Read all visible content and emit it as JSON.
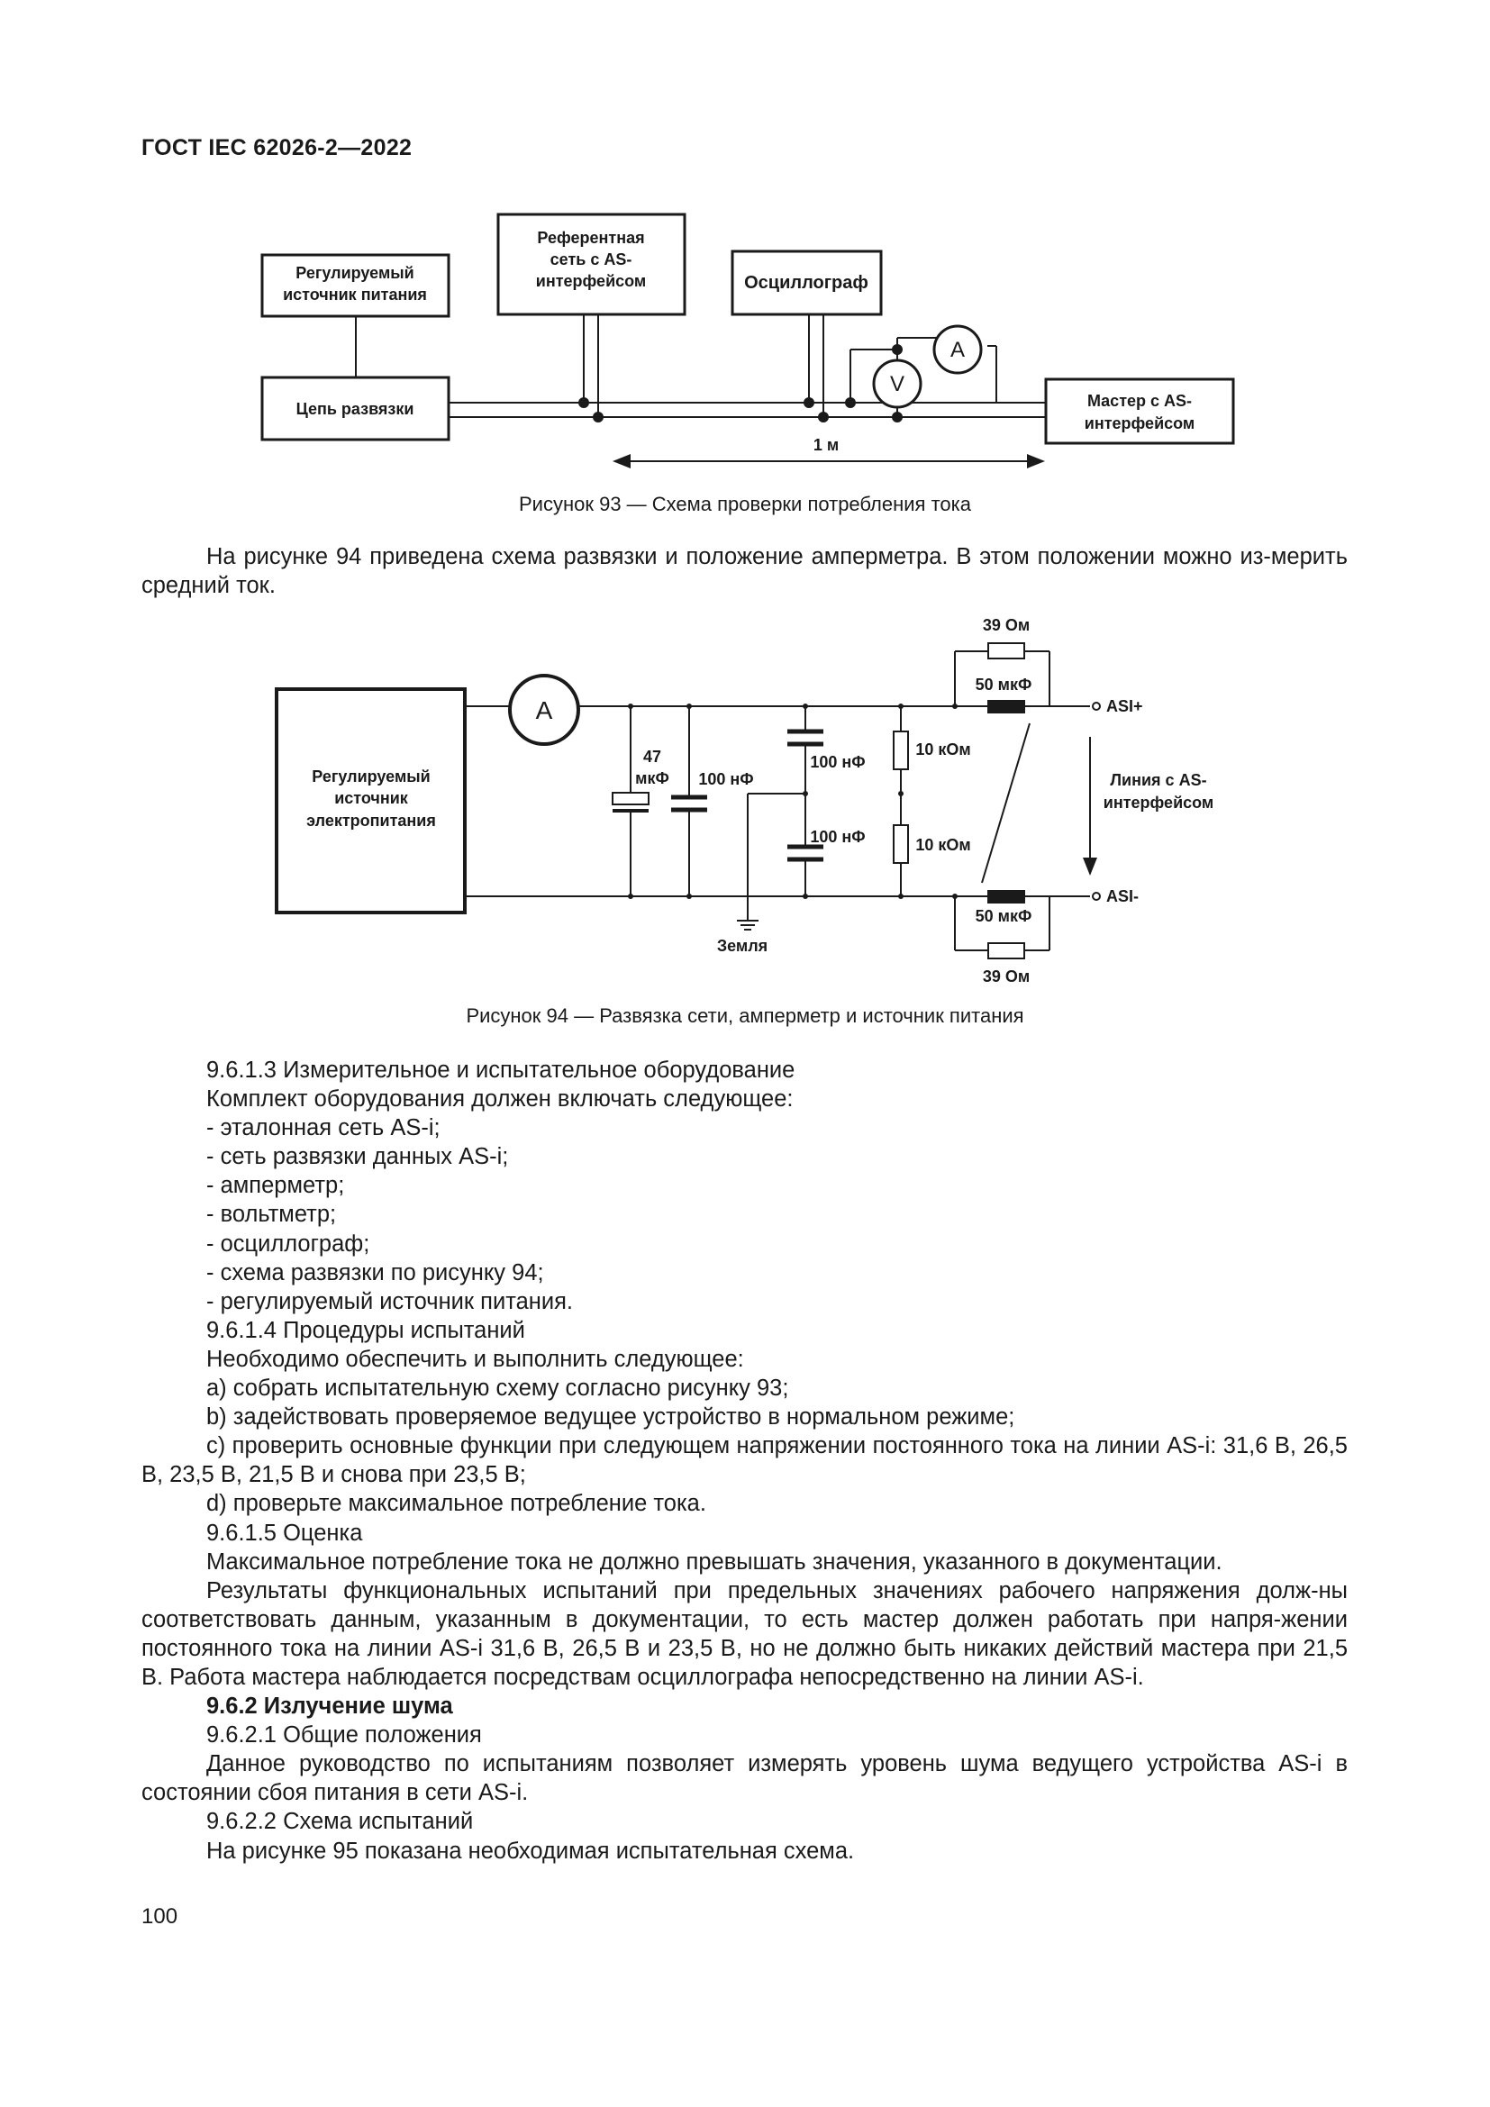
{
  "header": {
    "doc_code": "ГОСТ IEC 62026-2—2022"
  },
  "figure93": {
    "blocks": {
      "power_supply": [
        "Регулируемый",
        "источник питания"
      ],
      "reference_net": [
        "Референтная",
        "сеть с AS-",
        "интерфейсом"
      ],
      "oscilloscope": "Осциллограф",
      "decoupling": "Цепь развязки",
      "master": [
        "Мастер с AS-",
        "интерфейсом"
      ]
    },
    "voltmeter": "V",
    "ammeter": "A",
    "distance": "1 м",
    "caption": "Рисунок 93 — Схема проверки потребления тока"
  },
  "intro_paragraph": "На рисунке 94 приведена схема развязки и положение амперметра. В этом положении можно из-мерить средний ток.",
  "figure94": {
    "supply": [
      "Регулируемый",
      "источник",
      "электропитания"
    ],
    "ammeter": "A",
    "c47": [
      "47",
      "мкФ"
    ],
    "c100_a": "100 нФ",
    "c100_b": "100 нФ",
    "c100_c": "100 нФ",
    "r10k_a": "10 кОм",
    "r10k_b": "10 кОм",
    "r39_top": "39 Ом",
    "l50_top": "50 мкФ",
    "r39_bot": "39 Ом",
    "l50_bot": "50 мкФ",
    "asi_plus": "ASI+",
    "asi_minus": "ASI-",
    "line_label": [
      "Линия с AS-",
      "интерфейсом"
    ],
    "ground": "Земля",
    "caption": "Рисунок 94 — Развязка сети, амперметр и источник питания"
  },
  "section_961_3": {
    "heading": "9.6.1.3 Измерительное и испытательное оборудование",
    "intro": "Комплект оборудования должен включать следующее:",
    "items": [
      "- эталонная сеть AS-i;",
      "- сеть развязки данных AS-i;",
      "- амперметр;",
      "- вольтметр;",
      "- осциллограф;",
      "- схема развязки по рисунку 94;",
      "- регулируемый источник питания."
    ]
  },
  "section_961_4": {
    "heading": "9.6.1.4 Процедуры испытаний",
    "intro": "Необходимо обеспечить и выполнить следующее:",
    "a": "a) собрать испытательную схему согласно рисунку 93;",
    "b": "b) задействовать проверяемое ведущее устройство в нормальном режиме;",
    "c": "c) проверить основные функции при следующем напряжении постоянного тока на линии AS-i: 31,6 В, 26,5 В, 23,5 В, 21,5 В и снова при 23,5 В;",
    "d": "d) проверьте максимальное потребление тока."
  },
  "section_961_5": {
    "heading": "9.6.1.5 Оценка",
    "p1": "Максимальное потребление тока не должно превышать значения, указанного в документации.",
    "p2": "Результаты функциональных испытаний при предельных значениях рабочего напряжения долж-ны соответствовать данным, указанным в документации, то есть мастер должен работать при напря-жении постоянного тока на линии AS-i 31,6 В, 26,5 В и 23,5 В, но не должно быть никаких действий мастера при 21,5 В. Работа мастера наблюдается посредствам осциллографа непосредственно на линии AS-i."
  },
  "section_962": {
    "heading": "9.6.2 Излучение шума",
    "sub1": "9.6.2.1 Общие положения",
    "p1": "Данное руководство по испытаниям позволяет измерять уровень шума ведущего устройства AS-i в состоянии сбоя питания в сети AS-i.",
    "sub2": "9.6.2.2 Схема испытаний",
    "p2": "На рисунке 95 показана необходимая испытательная схема."
  },
  "page_number": "100"
}
